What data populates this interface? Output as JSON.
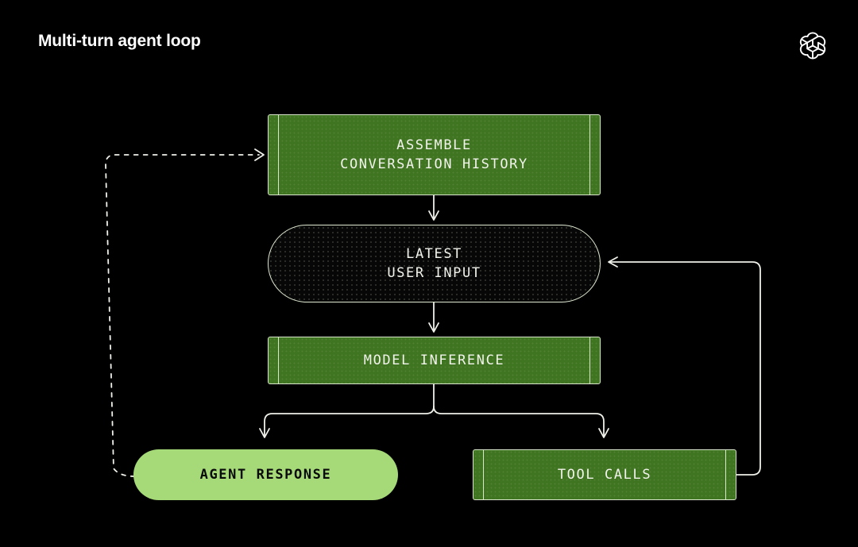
{
  "header": {
    "title": "Multi-turn agent loop",
    "logo_name": "openai-logo"
  },
  "colors": {
    "background": "#000000",
    "tape_fill": "#3f7420",
    "tape_border": "#d9e6cb",
    "pill_dark_fill": "#070707",
    "pill_light_fill": "#a6da79",
    "text_light": "#f2f3ec",
    "text_dark": "#0a0a0a",
    "wire": "#f0f0ea"
  },
  "chart_data": {
    "type": "flowchart",
    "title": "Multi-turn agent loop",
    "nodes": [
      {
        "id": "assemble",
        "label": "ASSEMBLE\nCONVERSATION HISTORY",
        "shape": "tape-box",
        "fill": "#3f7420"
      },
      {
        "id": "latest",
        "label": "LATEST\nUSER INPUT",
        "shape": "pill-dark",
        "fill": "#070707"
      },
      {
        "id": "inference",
        "label": "MODEL INFERENCE",
        "shape": "tape-box",
        "fill": "#3f7420"
      },
      {
        "id": "agent_resp",
        "label": "AGENT RESPONSE",
        "shape": "pill-light",
        "fill": "#a6da79"
      },
      {
        "id": "tool_calls",
        "label": "TOOL CALLS",
        "shape": "tape-box",
        "fill": "#3f7420"
      }
    ],
    "edges": [
      {
        "from": "assemble",
        "to": "latest",
        "style": "solid",
        "direction": "down"
      },
      {
        "from": "latest",
        "to": "inference",
        "style": "solid",
        "direction": "down"
      },
      {
        "from": "inference",
        "to": "agent_resp",
        "style": "solid",
        "direction": "down-left"
      },
      {
        "from": "inference",
        "to": "tool_calls",
        "style": "solid",
        "direction": "down-right"
      },
      {
        "from": "tool_calls",
        "to": "latest",
        "style": "solid",
        "direction": "right-up-left"
      },
      {
        "from": "agent_resp",
        "to": "assemble",
        "style": "dashed",
        "direction": "left-up-right"
      }
    ]
  },
  "nodes": {
    "assemble": {
      "label": "ASSEMBLE\nCONVERSATION HISTORY"
    },
    "latest": {
      "label": "LATEST\nUSER INPUT"
    },
    "inference": {
      "label": "MODEL INFERENCE"
    },
    "agent_resp": {
      "label": "AGENT RESPONSE"
    },
    "tool_calls": {
      "label": "TOOL CALLS"
    }
  }
}
